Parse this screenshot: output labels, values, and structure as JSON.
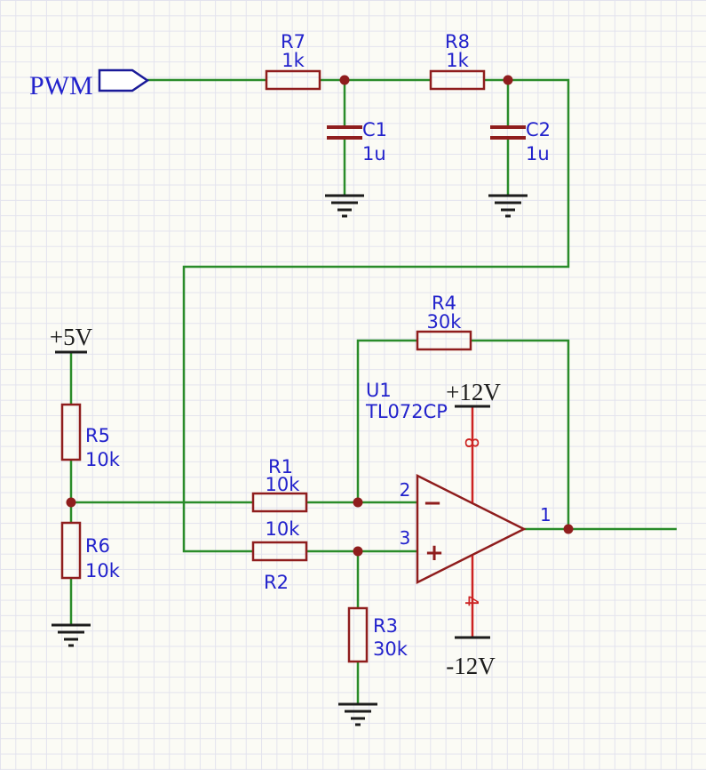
{
  "colors": {
    "background": "#fbfbf5",
    "grid": "#e3e3ee",
    "wire": "#2a8c2a",
    "component": "#8f1d1d",
    "label": "#2222cc",
    "pin_power": "#cc2222",
    "power_text": "#1c1c1c",
    "flag": "#1a1a99"
  },
  "net": {
    "pwm": "PWM"
  },
  "power": {
    "p5v": "+5V",
    "p12v": "+12V",
    "n12v": "-12V"
  },
  "components": {
    "r7": {
      "name": "R7",
      "value": "1k"
    },
    "r8": {
      "name": "R8",
      "value": "1k"
    },
    "c1": {
      "name": "C1",
      "value": "1u"
    },
    "c2": {
      "name": "C2",
      "value": "1u"
    },
    "r1": {
      "name": "R1",
      "value": "10k"
    },
    "r2": {
      "name": "R2",
      "value": "10k"
    },
    "r3": {
      "name": "R3",
      "value": "30k"
    },
    "r4": {
      "name": "R4",
      "value": "30k"
    },
    "r5": {
      "name": "R5",
      "value": "10k"
    },
    "r6": {
      "name": "R6",
      "value": "10k"
    },
    "u1": {
      "name": "U1",
      "value": "TL072CP"
    }
  },
  "opamp": {
    "pin_inverting": "2",
    "pin_noninverting": "3",
    "pin_output": "1",
    "pin_vcc": "8",
    "pin_vee": "4",
    "minus": "−",
    "plus": "+"
  }
}
